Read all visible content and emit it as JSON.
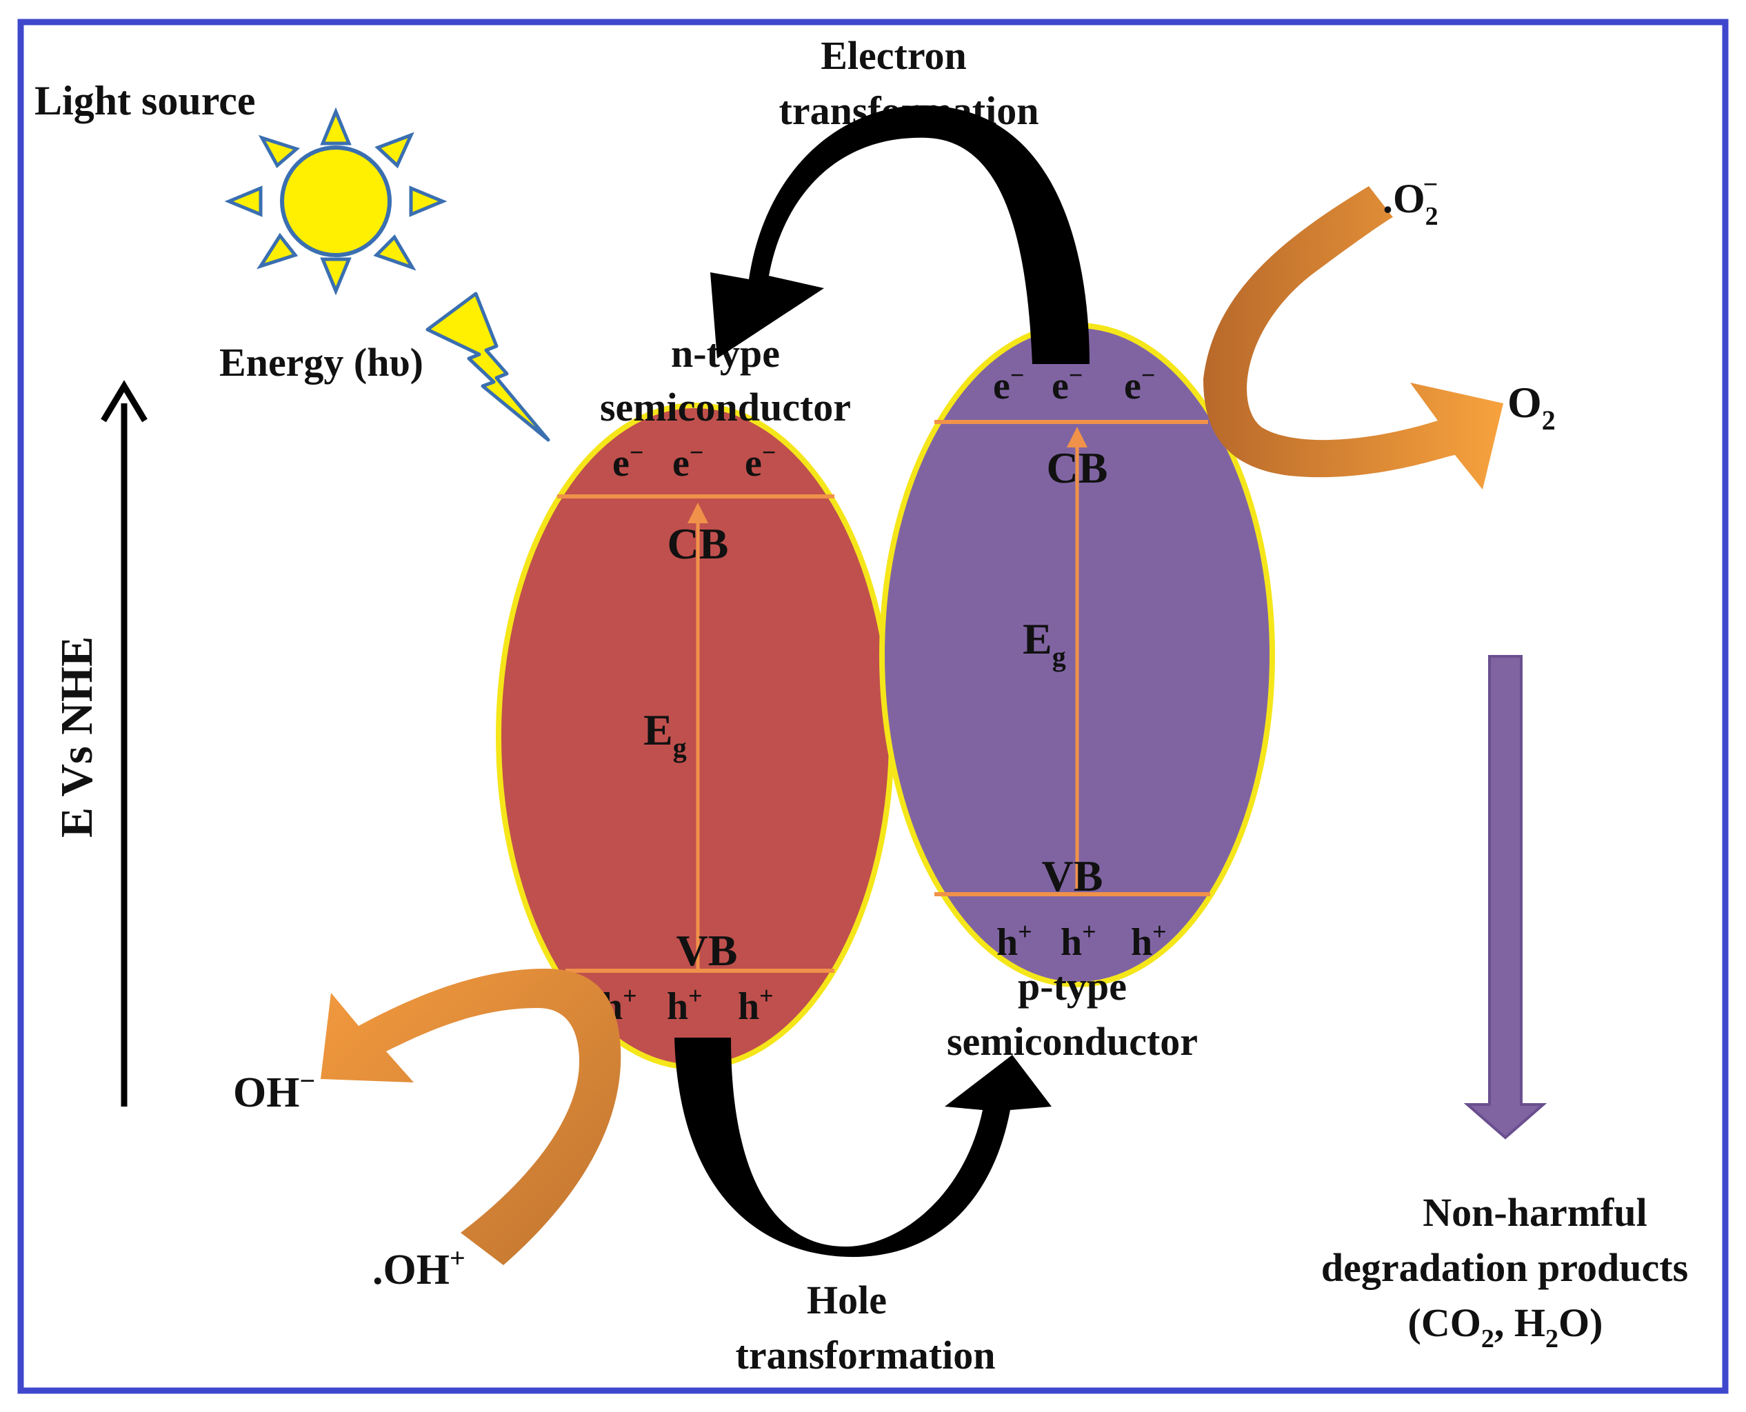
{
  "colors": {
    "frame": "#3f48cc",
    "n_type_fill": "#c0504d",
    "p_type_fill": "#8064a2",
    "ellipse_outline": "#f5e61a",
    "band_line": "#f0924a",
    "sun_fill": "#ffef00",
    "sun_outline": "#3a6fb0",
    "orange_arrow": "#f39233",
    "orange_arrow_dark": "#c47a33",
    "black_arrow": "#000000",
    "down_arrow": "#8064a2"
  },
  "labels": {
    "light_source": "Light source",
    "energy": "Energy (hυ)",
    "electron_transfer_line1": "Electron",
    "electron_transfer_line2": "transformation",
    "hole_transfer_line1": "Hole",
    "hole_transfer_line2": "transformation",
    "axis": "E Vs NHE",
    "n_type_line1": "n-type",
    "n_type_line2": "semiconductor",
    "p_type_line1": "p-type",
    "p_type_line2": "semiconductor",
    "cb": "CB",
    "vb": "VB",
    "eg_main": "E",
    "eg_sub": "g",
    "electron": "e",
    "electron_sup": "−",
    "hole": "h",
    "hole_sup": "+",
    "superoxide_main": ".O",
    "superoxide_sub": "2",
    "superoxide_sup": "−",
    "oxygen_main": "O",
    "oxygen_sub": "2",
    "hydroxide_main": "OH",
    "hydroxide_sup": "−",
    "hydroxyl_radical_main": ".OH",
    "hydroxyl_radical_sup": "+",
    "products_line1": "Non-harmful",
    "products_line2": "degradation products",
    "products_line3_a": "(CO",
    "products_line3_sub1": "2",
    "products_line3_b": ", H",
    "products_line3_sub2": "2",
    "products_line3_c": "O)"
  }
}
